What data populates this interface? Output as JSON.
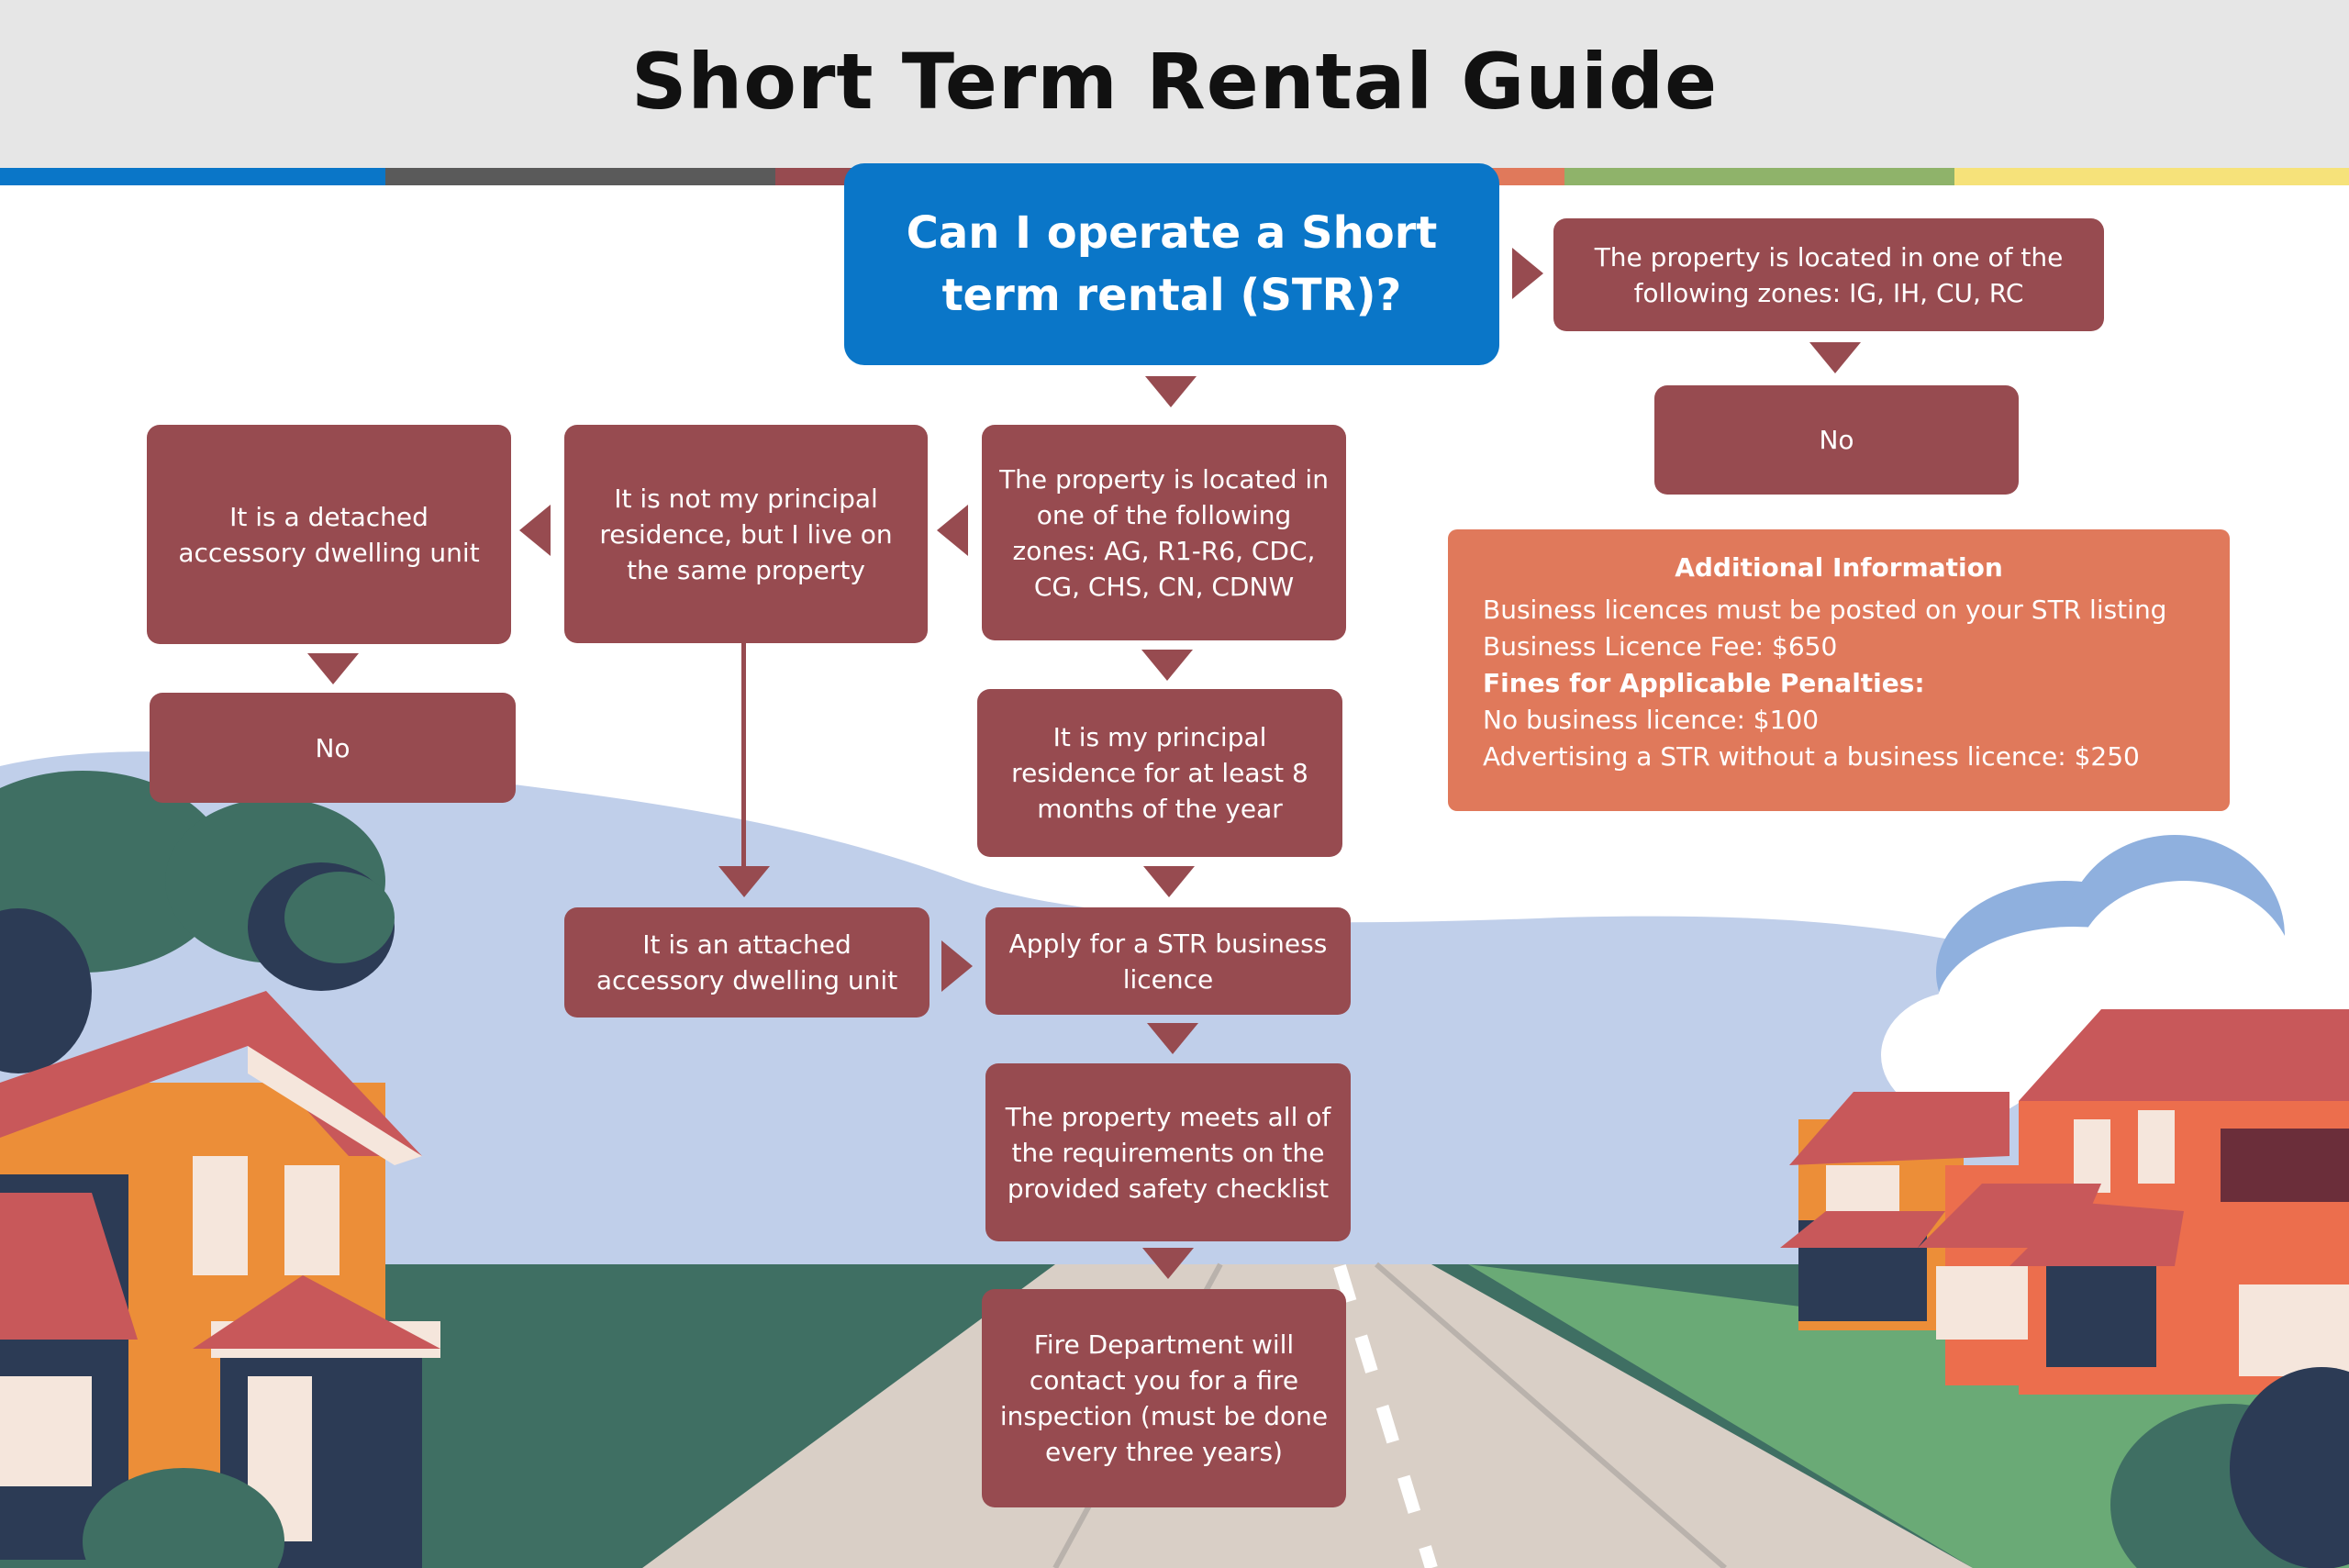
{
  "header": {
    "title": "Short Term Rental Guide"
  },
  "colors": {
    "box": "#974b50",
    "question": "#0a76c8",
    "info": "#e0795b",
    "strip": [
      "#0a76c8",
      "#5a5a5a",
      "#974b50",
      "#e0795b",
      "#8fb36a",
      "#f6e27a"
    ]
  },
  "flowchart": {
    "question": "Can I operate a Short term rental (STR)?",
    "zones_excluded": "The property is located in one of the following zones: IG, IH, CU, RC",
    "no_right": "No",
    "zones_allowed": "The property is located in one of the following zones: AG, R1-R6, CDC, CG, CHS, CN, CDNW",
    "not_principal": "It is not my principal residence, but I live on the same property",
    "detached_adu": "It is a detached accessory dwelling unit",
    "no_left": "No",
    "principal_residence": "It is my principal residence for at least 8 months of the year",
    "attached_adu": "It is an attached accessory dwelling unit",
    "apply_licence": "Apply for a STR business licence",
    "safety_checklist": "The property meets all of the requirements on the provided safety checklist",
    "fire_inspection": "Fire Department will contact you for a fire inspection (must be done every three years)"
  },
  "additional_info": {
    "title": "Additional Information",
    "lines": [
      "Business licences must be posted on your STR listing",
      "Business Licence Fee: $650"
    ],
    "penalties_title": "Fines for Applicable Penalties:",
    "penalties": [
      "No business licence: $100",
      "Advertising a STR without a business licence: $250"
    ]
  }
}
